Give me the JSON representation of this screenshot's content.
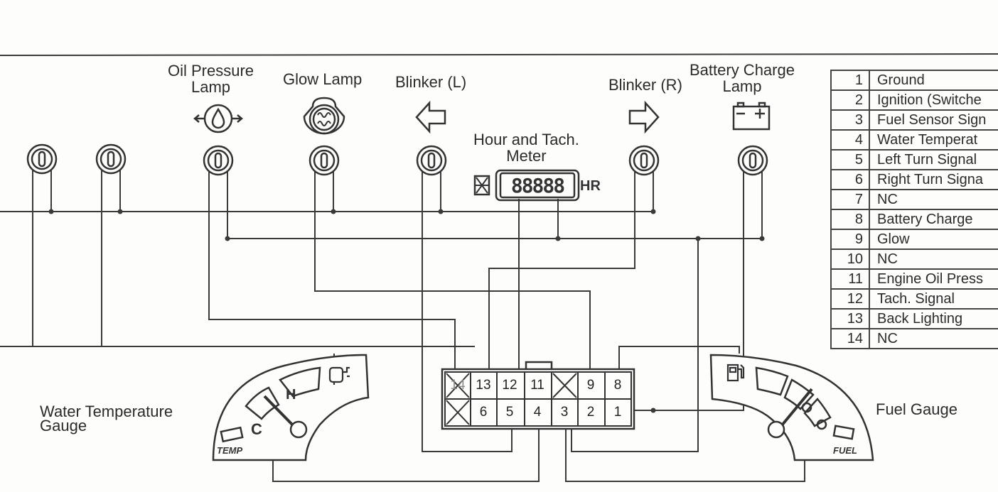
{
  "labels": {
    "oil_pressure_line1": "Oil Pressure",
    "oil_pressure_line2": "Lamp",
    "glow_lamp": "Glow Lamp",
    "blinker_left": "Blinker (L)",
    "blinker_right": "Blinker (R)",
    "battery_line1": "Battery Charge",
    "battery_line2": "Lamp",
    "meter_line1": "Hour and Tach.",
    "meter_line2": "Meter",
    "water_temp_line1": "Water Temperature",
    "water_temp_line2": "Gauge",
    "fuel_gauge": "Fuel Gauge"
  },
  "meter": {
    "digits": "88888",
    "unit": "HR"
  },
  "temp_gauge": {
    "text": "TEMP",
    "hot": "H",
    "cold": "C"
  },
  "fuel_gauge_dial": {
    "text": "FUEL"
  },
  "connector": {
    "top_row": [
      "14",
      "13",
      "12",
      "11",
      "",
      "9",
      "8"
    ],
    "bottom_row": [
      "",
      "6",
      "5",
      "4",
      "3",
      "2",
      "1"
    ]
  },
  "legend": [
    {
      "num": "1",
      "desc": "Ground"
    },
    {
      "num": "2",
      "desc": "Ignition (Switche"
    },
    {
      "num": "3",
      "desc": "Fuel Sensor Sign"
    },
    {
      "num": "4",
      "desc": "Water Temperat"
    },
    {
      "num": "5",
      "desc": "Left Turn Signal"
    },
    {
      "num": "6",
      "desc": "Right Turn Signa"
    },
    {
      "num": "7",
      "desc": "NC"
    },
    {
      "num": "8",
      "desc": "Battery Charge"
    },
    {
      "num": "9",
      "desc": "Glow"
    },
    {
      "num": "10",
      "desc": "NC"
    },
    {
      "num": "11",
      "desc": "Engine Oil Press"
    },
    {
      "num": "12",
      "desc": "Tach. Signal"
    },
    {
      "num": "13",
      "desc": "Back Lighting"
    },
    {
      "num": "14",
      "desc": "NC"
    }
  ]
}
